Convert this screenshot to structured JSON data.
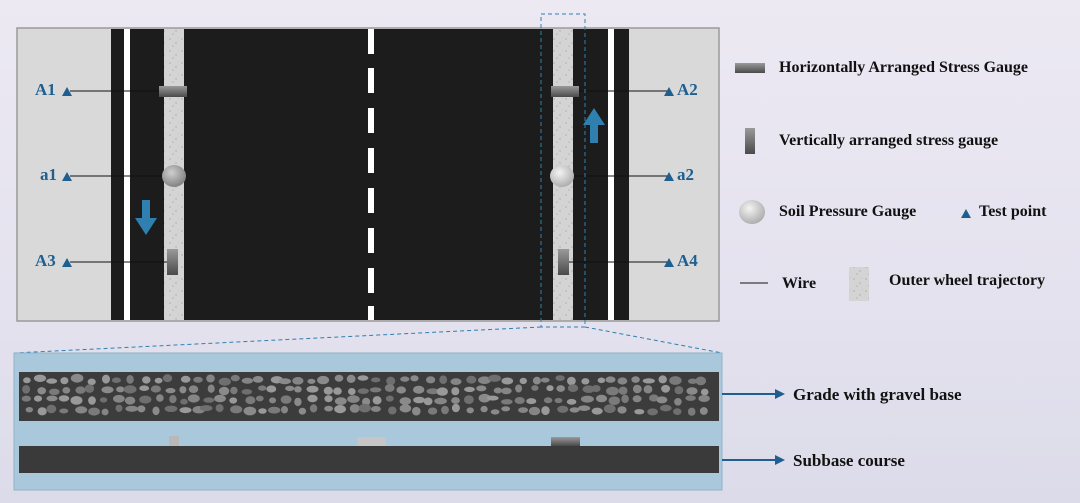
{
  "colors": {
    "accent": "#2f7fb0",
    "road": "#1c1c1c",
    "shoulder": "#d9d9d9",
    "panel": "#a9c8dc",
    "label": "#1f5f8f"
  },
  "test_points": {
    "A1": "A1",
    "A2": "A2",
    "a1": "a1",
    "a2": "a2",
    "A3": "A3",
    "A4": "A4"
  },
  "legend": {
    "horizontal_gauge": "Horizontally Arranged Stress Gauge",
    "vertical_gauge": "Vertically arranged stress gauge",
    "soil_gauge": "Soil Pressure Gauge",
    "test_point": "Test point",
    "wire": "Wire",
    "wheel_trajectory": "Outer wheel trajectory"
  },
  "layers": {
    "gravel": "Grade with gravel base",
    "subbase": "Subbase course"
  }
}
